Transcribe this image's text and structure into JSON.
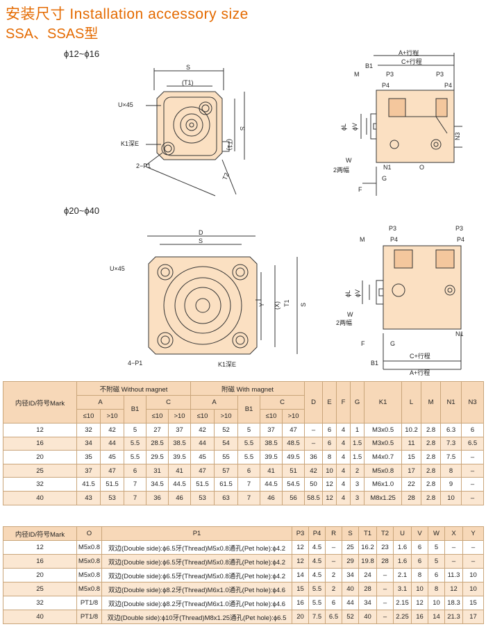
{
  "header": {
    "title_cn": "安装尺寸",
    "title_en": "Installation accessory size",
    "model": "SSA、SSAS型"
  },
  "drawings": {
    "small_label": "ϕ12~ϕ16",
    "large_label": "ϕ20~ϕ40",
    "small_front": {
      "S": "S",
      "T1": "(T1)",
      "T1v": "(T1)",
      "Sv": "S",
      "T2": "T2",
      "U": "U×45",
      "K1": "K1深E",
      "P1": "2−P1"
    },
    "small_side": {
      "A": "A+行程",
      "C": "C+行程",
      "B1": "B1",
      "M": "M",
      "P3a": "P3",
      "P3b": "P3",
      "P4a": "P4",
      "P4b": "P4",
      "L": "ϕL",
      "V": "ϕV",
      "N3": "N3",
      "W": "W",
      "W2": "2两幅",
      "N1": "N1",
      "O": "O",
      "G": "G",
      "F": "F"
    },
    "large_front": {
      "D": "D",
      "S": "S",
      "U": "U×45",
      "P1": "4−P1",
      "K1": "K1深E",
      "Y": "Y",
      "X": "(X)",
      "T1": "T1",
      "Sv": "S"
    },
    "large_side": {
      "P3a": "P3",
      "P3b": "P3",
      "M": "M",
      "P4a": "P4",
      "P4b": "P4",
      "L": "ϕL",
      "V": "ϕV",
      "W": "W",
      "W2": "2两幅",
      "N1": "N1",
      "F": "F",
      "G": "G",
      "C": "C+行程",
      "A": "A+行程",
      "B1": "B1"
    }
  },
  "table1": {
    "col_id": "内径ID/符号Mark",
    "without": "不附磁 Without magnet",
    "with": "附磁 With magnet",
    "A": "A",
    "B1": "B1",
    "C": "C",
    "le10": "≤10",
    "gt10": ">10",
    "cols": [
      "D",
      "E",
      "F",
      "G",
      "K1",
      "L",
      "M",
      "N1",
      "N3"
    ],
    "rows": [
      [
        "12",
        "32",
        "42",
        "5",
        "27",
        "37",
        "42",
        "52",
        "5",
        "37",
        "47",
        "–",
        "6",
        "4",
        "1",
        "M3x0.5",
        "10.2",
        "2.8",
        "6.3",
        "6"
      ],
      [
        "16",
        "34",
        "44",
        "5.5",
        "28.5",
        "38.5",
        "44",
        "54",
        "5.5",
        "38.5",
        "48.5",
        "–",
        "6",
        "4",
        "1.5",
        "M3x0.5",
        "11",
        "2.8",
        "7.3",
        "6.5"
      ],
      [
        "20",
        "35",
        "45",
        "5.5",
        "29.5",
        "39.5",
        "45",
        "55",
        "5.5",
        "39.5",
        "49.5",
        "36",
        "8",
        "4",
        "1.5",
        "M4x0.7",
        "15",
        "2.8",
        "7.5",
        "–"
      ],
      [
        "25",
        "37",
        "47",
        "6",
        "31",
        "41",
        "47",
        "57",
        "6",
        "41",
        "51",
        "42",
        "10",
        "4",
        "2",
        "M5x0.8",
        "17",
        "2.8",
        "8",
        "–"
      ],
      [
        "32",
        "41.5",
        "51.5",
        "7",
        "34.5",
        "44.5",
        "51.5",
        "61.5",
        "7",
        "44.5",
        "54.5",
        "50",
        "12",
        "4",
        "3",
        "M6x1.0",
        "22",
        "2.8",
        "9",
        "–"
      ],
      [
        "40",
        "43",
        "53",
        "7",
        "36",
        "46",
        "53",
        "63",
        "7",
        "46",
        "56",
        "58.5",
        "12",
        "4",
        "3",
        "M8x1.25",
        "28",
        "2.8",
        "10",
        "–"
      ]
    ]
  },
  "table2": {
    "headers": [
      "内径ID/符号Mark",
      "O",
      "P1",
      "P3",
      "P4",
      "R",
      "S",
      "T1",
      "T2",
      "U",
      "V",
      "W",
      "X",
      "Y"
    ],
    "rows": [
      [
        "12",
        "M5x0.8",
        "双边(Double side):ϕ6.5牙(Thread)M5x0.8通孔(Pet hole):ϕ4.2",
        "12",
        "4.5",
        "–",
        "25",
        "16.2",
        "23",
        "1.6",
        "6",
        "5",
        "–",
        "–"
      ],
      [
        "16",
        "M5x0.8",
        "双边(Double side):ϕ6.5牙(Thread)M5x0.8通孔(Pet hole):ϕ4.2",
        "12",
        "4.5",
        "–",
        "29",
        "19.8",
        "28",
        "1.6",
        "6",
        "5",
        "–",
        "–"
      ],
      [
        "20",
        "M5x0.8",
        "双边(Double side):ϕ6.5牙(Thread)M5x0.8通孔(Pet hole):ϕ4.2",
        "14",
        "4.5",
        "2",
        "34",
        "24",
        "–",
        "2.1",
        "8",
        "6",
        "11.3",
        "10"
      ],
      [
        "25",
        "M5x0.8",
        "双边(Double side):ϕ8.2牙(Thread)M6x1.0通孔(Pet hole):ϕ4.6",
        "15",
        "5.5",
        "2",
        "40",
        "28",
        "–",
        "3.1",
        "10",
        "8",
        "12",
        "10"
      ],
      [
        "32",
        "PT1/8",
        "双边(Double side):ϕ8.2牙(Thread)M6x1.0通孔(Pet hole):ϕ4.6",
        "16",
        "5.5",
        "6",
        "44",
        "34",
        "–",
        "2.15",
        "12",
        "10",
        "18.3",
        "15"
      ],
      [
        "40",
        "PT1/8",
        "双边(Double side):ϕ10牙(Thread)M8x1.25通孔(Pet hole):ϕ6.5",
        "20",
        "7.5",
        "6.5",
        "52",
        "40",
        "–",
        "2.25",
        "16",
        "14",
        "21.3",
        "17"
      ]
    ]
  }
}
